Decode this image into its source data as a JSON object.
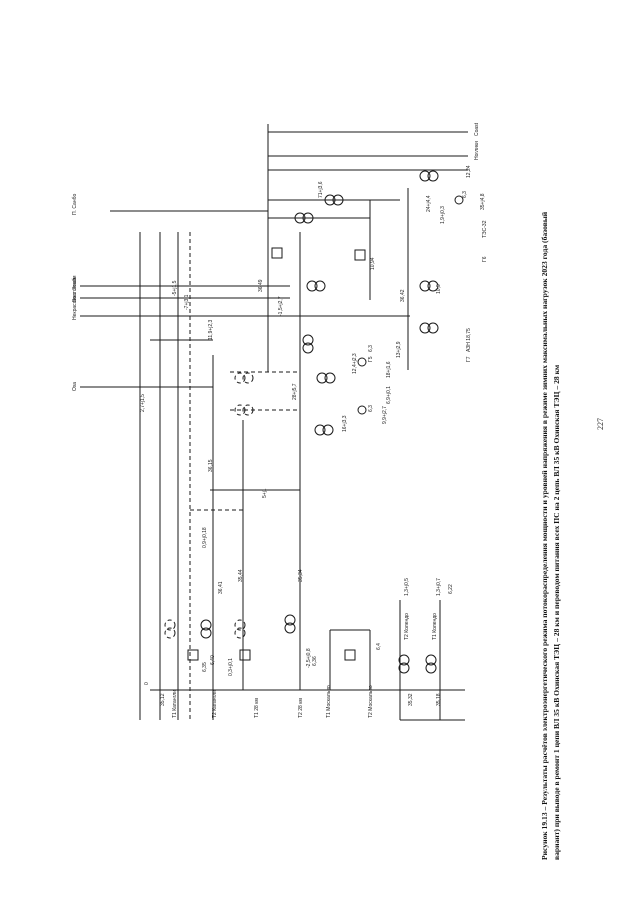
{
  "caption": {
    "line1": "Рисунок 19.13 – Результаты расчётов электроэнергетического режима потокораспределения мощности и уровней напряжения в режиме зимних максимальных нагрузок 2023 года (базовый",
    "line2": "вариант) при выводе в ремонт 1 цепи ВЛ 35 кВ Охинская ТЭЦ – 28 км и переводом питания всех ПС на 2 цепь ВЛ 35 кВ Охинская ТЭЦ – 28 км"
  },
  "page_number": "227",
  "lines": {
    "coast": "Coast",
    "nekrasovka": "Некрасовка",
    "ekhabi": "Эхаби",
    "vostochnaya": "Восточная",
    "sabo": "Сабо",
    "nogliki_line": "Ноглики",
    "p_sanbo": "П. Санбо",
    "okha": "Оха"
  },
  "equipment": {
    "tps32": "ТЭС-32",
    "azhn": "АЗН 18,75",
    "t1_katangli": "Т1 Катангли",
    "t2_katangli": "Т2 Катангли",
    "t1_28km": "Т1 28 км",
    "t2_28km": "Т2 28 км",
    "t1_moskalvo": "Т1 Москальво",
    "t2_moskalvo": "Т2 Москальво",
    "t1_kolendo": "Т1 Колендо",
    "t2_kolendo": "Т2 Колендо",
    "g5": "Г5",
    "g6": "Г6",
    "g7": "Г7"
  },
  "values": {
    "v3615": "36,15",
    "v3649": "36,49",
    "v3642": "36,42",
    "v3641": "36,41",
    "v3544": "35,44",
    "v3534": "35,34",
    "v3532": "35,32",
    "v3518": "35,18",
    "v3512": "35,12",
    "v1224": "12,24",
    "v1094": "10,94",
    "v109": "10,9",
    "v63a": "6,3",
    "v63b": "6,3",
    "v63c": "6,3",
    "v640": "6,40",
    "v635": "6,35",
    "v636": "6,36",
    "v64": "6,4",
    "v622": "6,22",
    "v0": "0",
    "f1": "71+j3,6",
    "f2": "24+j4,4",
    "f3": "35+j4,8",
    "f4": "1,9+j0,3",
    "f5": "13+j2,9",
    "f6": "18+j1,6",
    "f7": "6,9+j0,1",
    "f8": "9,9+j2,7",
    "f9": "16+j3,3",
    "f10": "28+j5,7",
    "f11": "5+j1",
    "f12": "2,7+j1,5",
    "f13": "0,9+j0,18",
    "f14": "1,3+j0,5",
    "f15": "1,3+j0,7",
    "f16": "12,4+j2,3",
    "f17": "11,9+j2,3",
    "f18": "-7+j3,1",
    "f19": "-5+j1,5",
    "f20": "-1,5+j2,7",
    "f21": "-2,5+j0,8",
    "f22": "0,3+j0,1"
  }
}
